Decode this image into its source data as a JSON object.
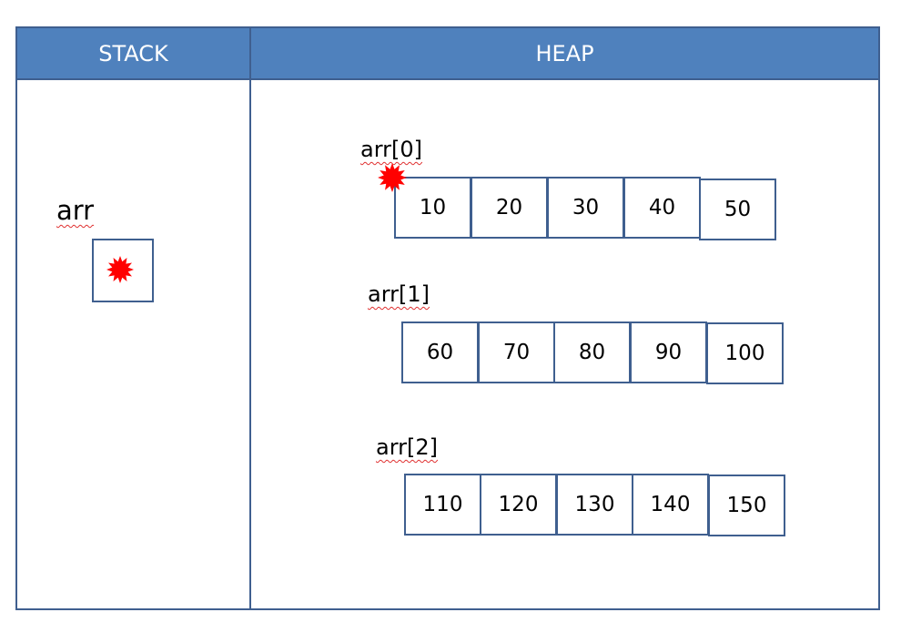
{
  "headers": {
    "stack": "STACK",
    "heap": "HEAP"
  },
  "stack": {
    "variable_label": "arr"
  },
  "heap": {
    "rows": [
      {
        "label": "arr[0]",
        "values": [
          "10",
          "20",
          "30",
          "40",
          "50"
        ]
      },
      {
        "label": "arr[1]",
        "values": [
          "60",
          "70",
          "80",
          "90",
          "100"
        ]
      },
      {
        "label": "arr[2]",
        "values": [
          "110",
          "120",
          "130",
          "140",
          "150"
        ]
      }
    ]
  },
  "colors": {
    "header_fill": "#4f81bd",
    "border": "#3f5f8f",
    "pointer_marker": "#ff0000"
  },
  "icons": {
    "pointer_marker": "red-starburst-icon"
  }
}
